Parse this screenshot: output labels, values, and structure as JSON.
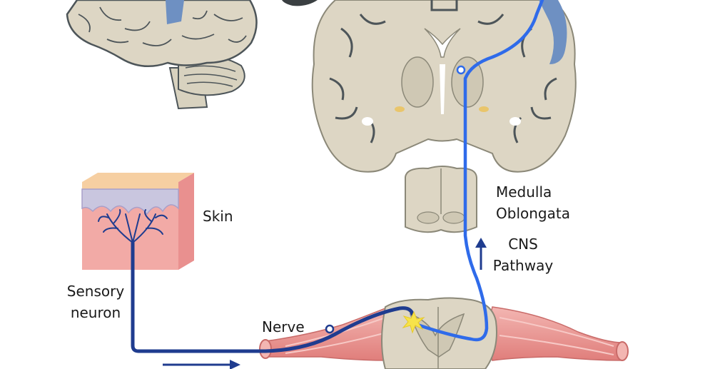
{
  "labels": {
    "skin": "Skin",
    "sensory_neuron_line1": "Sensory",
    "sensory_neuron_line2": "neuron",
    "nerve": "Nerve",
    "medulla_line1": "Medulla",
    "medulla_line2": "Oblongata",
    "cns_line1": "CNS",
    "cns_line2": "Pathway"
  },
  "colors": {
    "brain_fill": "#ddd6c4",
    "brain_groove": "#4d5559",
    "ventricle": "#6e90c2",
    "skin_top": "#f6cfa2",
    "skin_mid": "#c9c6df",
    "skin_dermis": "#f2aaa6",
    "sensory_neuron": "#1f3c8f",
    "cns_pathway": "#2f6bea",
    "muscle": "#e8918f",
    "spinal_cord": "#d9d3c1",
    "synapse_spark": "#f7e34a",
    "arrow": "#1f3c8f"
  }
}
